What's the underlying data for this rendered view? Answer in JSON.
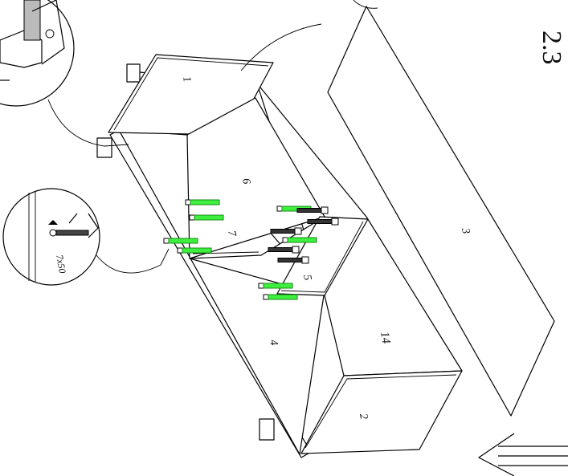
{
  "step": {
    "number": "2.3"
  },
  "parts": {
    "p1": "1",
    "p2": "2",
    "p3": "3",
    "p4": "4",
    "p5": "5",
    "p6": "6",
    "p7": "7",
    "p14": "14"
  },
  "screw_callout": {
    "label": "7x50"
  },
  "colors": {
    "green_screw": "#3ef03e",
    "line": "#000000",
    "background": "#ffffff"
  },
  "icons": [
    "adjustable-foot-detail",
    "screw-detail",
    "assembly-direction-arrow"
  ]
}
